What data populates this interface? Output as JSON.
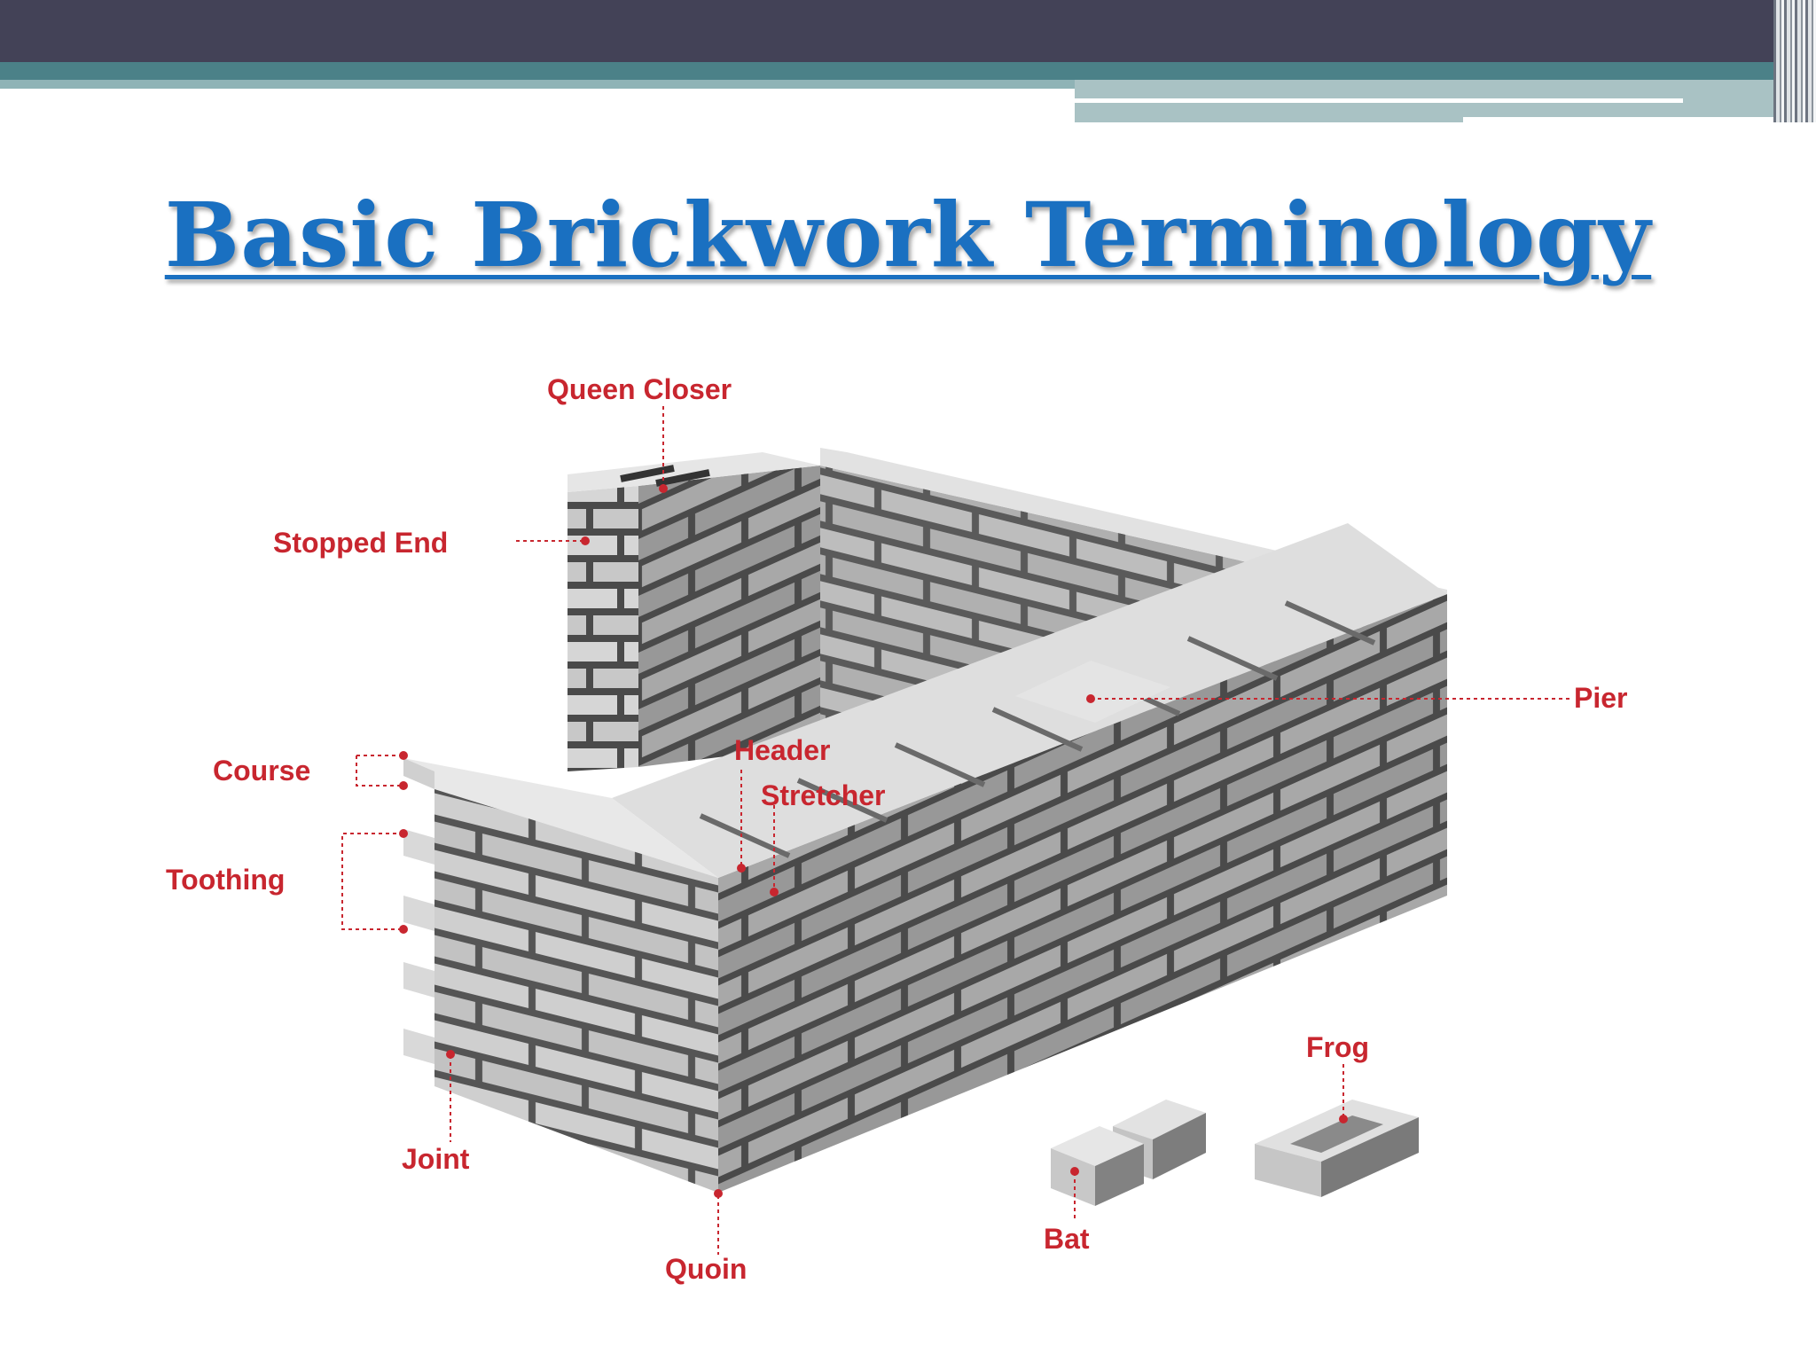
{
  "title": "Basic Brickwork Terminology",
  "labels": {
    "queen_closer": "Queen Closer",
    "stopped_end": "Stopped End",
    "course": "Course",
    "toothing": "Toothing",
    "header": "Header",
    "stretcher": "Stretcher",
    "pier": "Pier",
    "joint": "Joint",
    "quoin": "Quoin",
    "bat": "Bat",
    "frog": "Frog"
  },
  "colors": {
    "title": "#1a70c1",
    "label": "#c8262f",
    "topbar": "#434257",
    "accent_teal": "#4b8188"
  }
}
